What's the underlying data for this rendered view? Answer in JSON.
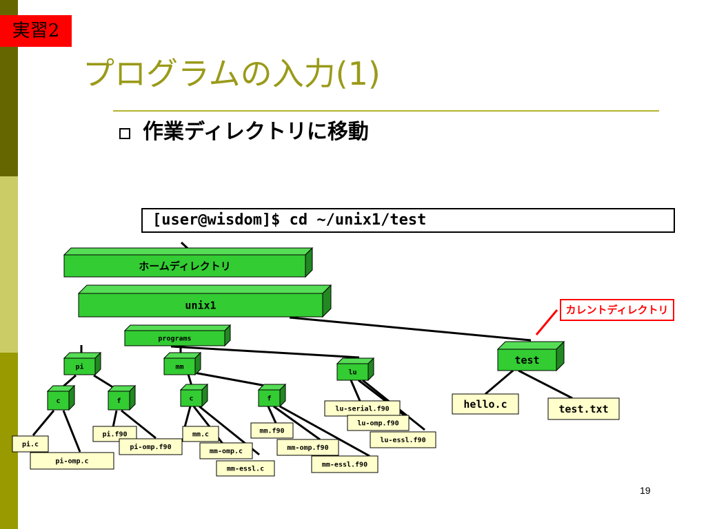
{
  "badge": "実習2",
  "title": "プログラムの入力(1)",
  "bullet": "作業ディレクトリに移動",
  "command": "[user@wisdom]$ cd ~/unix1/test",
  "annotation": "カレントディレクトリ",
  "page_number": "19",
  "dirs": {
    "home": "ホームディレクトリ",
    "unix1": "unix1",
    "programs": "programs",
    "pi": "pi",
    "mm": "mm",
    "lu": "lu",
    "pi_c": "c",
    "pi_f": "f",
    "mm_c": "c",
    "mm_f": "f",
    "test": "test"
  },
  "files": {
    "pi_c": "pi.c",
    "pi_omp_c": "pi-omp.c",
    "pi_f90": "pi.f90",
    "pi_omp_f90": "pi-omp.f90",
    "mm_c": "mm.c",
    "mm_omp_c": "mm-omp.c",
    "mm_essl_c": "mm-essl.c",
    "mm_f90": "mm.f90",
    "mm_omp_f90": "mm-omp.f90",
    "mm_essl_f90": "mm-essl.f90",
    "lu_serial_f90": "lu-serial.f90",
    "lu_omp_f90": "lu-omp.f90",
    "lu_essl_f90": "lu-essl.f90",
    "hello_c": "hello.c",
    "test_txt": "test.txt"
  },
  "colors": {
    "sidebar_dark": "#666600",
    "sidebar_light": "#cccc66",
    "sidebar_mid": "#999900",
    "badge": "#ff0000",
    "title": "#9a9a1a",
    "dir_fill": "#33cc33",
    "dir_side": "#228822",
    "file_fill": "#ffffcc",
    "annotation": "#ff0000"
  }
}
